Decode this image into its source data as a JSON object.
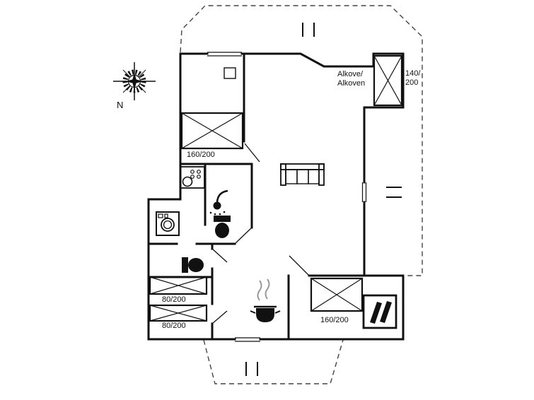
{
  "colors": {
    "wall": "#111111",
    "dashed_outline": "#444444",
    "steam": "#999999",
    "background": "#ffffff"
  },
  "compass": {
    "north_label": "N"
  },
  "labels": {
    "alcove_line1": "Alkove/",
    "alcove_line2": "Alkoven",
    "alcove_bed_size_line1": "140/",
    "alcove_bed_size_line2": "200",
    "bedroom_top_left_bed_size": "160/200",
    "bedroom_bottom_right_bed_size": "160/200",
    "single_bed_upper_size": "80/200",
    "single_bed_lower_size": "80/200"
  },
  "icons": {
    "compass-rose-icon": "compass rose with N marker",
    "double-bed-icon": "rectangle with crossed diagonals",
    "single-bed-icon": "rectangle with crossed diagonals",
    "sofa-icon": "three-cushion sofa outline",
    "kitchen-sink-icon": "counter with basin circle and burner dots",
    "shower-icon": "shower head with arm and spray",
    "toilet-icon": "tank and bowl, solid black",
    "washing-machine-icon": "square with drum circles",
    "stove-pot-icon": "pot with steam squiggles",
    "fireplace-icon": "box with two slanted logs",
    "terrace-steps-icon": "double tick marks",
    "window-icon": "thin double lines in wall"
  }
}
